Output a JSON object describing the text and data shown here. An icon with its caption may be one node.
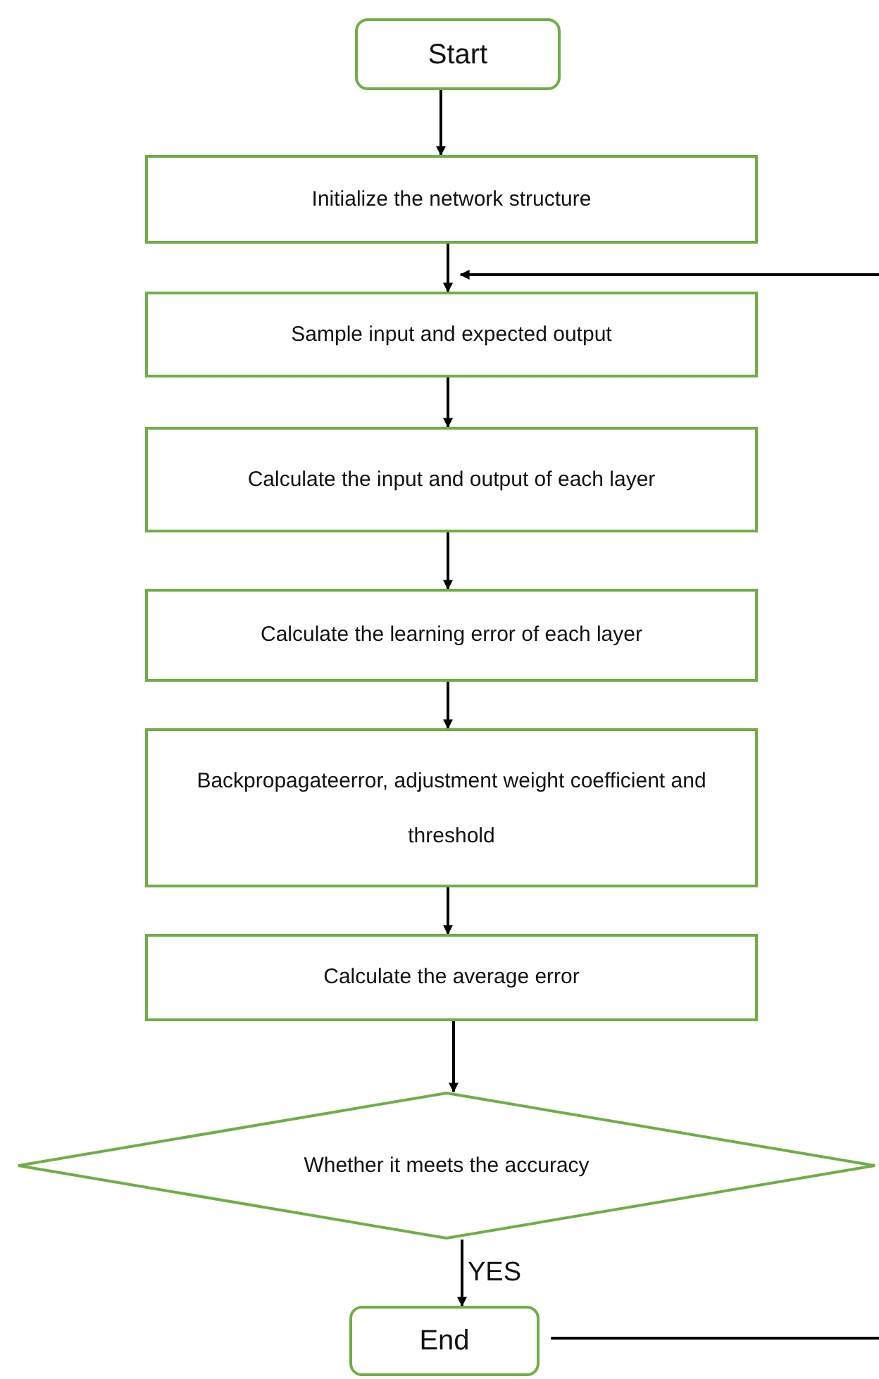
{
  "diagram": {
    "nodes": [
      {
        "text": [
          "Start"
        ]
      },
      {
        "text": [
          "Initialize the network structure"
        ]
      },
      {
        "text": [
          "Sample input and expected output"
        ]
      },
      {
        "text": [
          "Calculate the input and output of each layer"
        ]
      },
      {
        "text": [
          "Calculate the learning error of each layer"
        ]
      },
      {
        "text": [
          "Backpropagateerror, adjustment weight coefficient and threshold"
        ]
      },
      {
        "text": [
          "Calculate the average error"
        ]
      },
      {
        "text": [
          "Whether it meets the accuracy"
        ]
      },
      {
        "text": [
          "End"
        ]
      }
    ],
    "edges": [
      {
        "from": 0,
        "to": 1,
        "arrow": "to"
      },
      {
        "from": 1,
        "to": 2,
        "arrow": "to"
      },
      {
        "from": 2,
        "to": 3,
        "arrow": "to"
      },
      {
        "from": 3,
        "to": 4,
        "arrow": "to"
      },
      {
        "from": 4,
        "to": 5,
        "arrow": "to"
      },
      {
        "from": 5,
        "to": 6,
        "arrow": "to"
      },
      {
        "from": 6,
        "to": 7,
        "arrow": "to"
      },
      {
        "from": 7,
        "to": 8,
        "arrow": "to",
        "label": "YES"
      },
      {
        "from": 8,
        "to": null,
        "arrow": "none"
      },
      {
        "from": null,
        "to": 2,
        "arrow": "to"
      }
    ]
  }
}
